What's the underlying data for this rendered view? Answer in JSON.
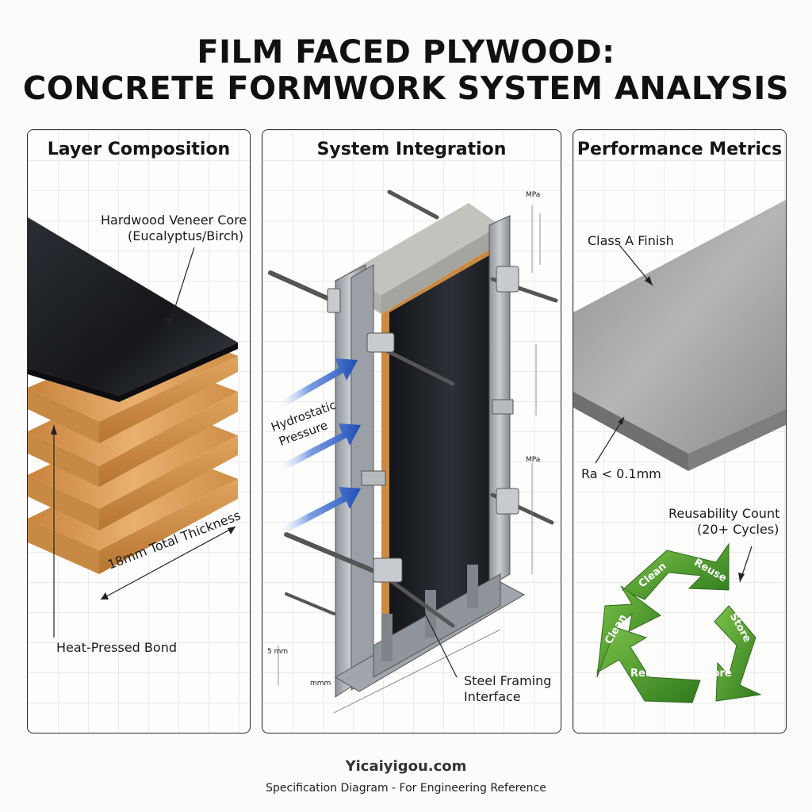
{
  "title": {
    "line1": "FILM FACED PLYWOOD:",
    "line2": "CONCRETE FORMWORK SYSTEM ANALYSIS"
  },
  "panels": [
    {
      "heading": "Layer Composition",
      "labels": {
        "core_line1": "Hardwood Veneer Core",
        "core_line2": "(Eucalyptus/Birch)",
        "thickness": "18mm Total Thickness",
        "bond": "Heat-Pressed Bond"
      }
    },
    {
      "heading": "System Integration",
      "labels": {
        "pressure_line1": "Hydrostatic",
        "pressure_line2": "Pressure",
        "interface_line1": "Steel Framing",
        "interface_line2": "Interface",
        "unit_mpa": "MPa",
        "unit_5mm": "5 mm",
        "unit_mm": "mmm"
      }
    },
    {
      "heading": "Performance Metrics",
      "labels": {
        "finish": "Class A Finish",
        "roughness": "Ra < 0.1mm",
        "reuse_line1": "Reusability Count",
        "reuse_line2": "(20+ Cycles)"
      },
      "cycle_steps": [
        "Clean",
        "Reuse",
        "Store",
        "Store",
        "Reuse",
        "Clean"
      ]
    }
  ],
  "footer": {
    "site": "Yicaiyigou.com",
    "note": "Specification Diagram - For Engineering Reference"
  },
  "colors": {
    "film": "#1c1e22",
    "wood": "#d99a4e",
    "steel": "#a9aeb3",
    "concrete": "#b8b8b4",
    "arrow": "#2e57b8",
    "recycle": "#4c9a2f"
  }
}
